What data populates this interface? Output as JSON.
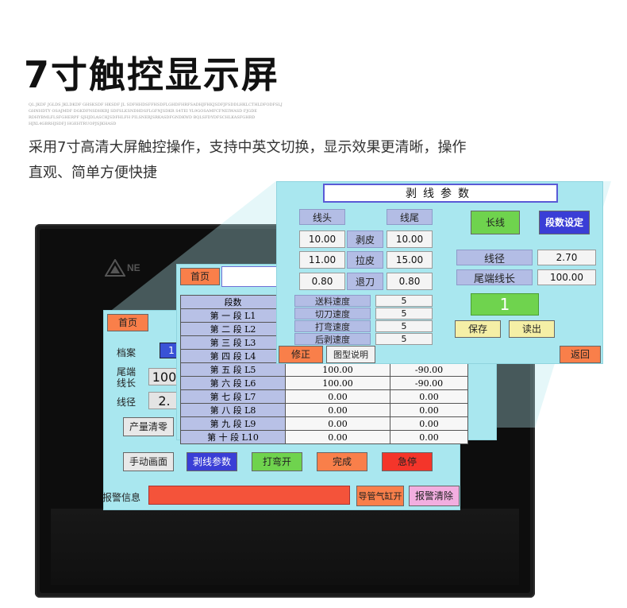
{
  "header": {
    "title": "7寸触控显示屏",
    "fine_print": "QL JKDF JGLDS JKLDKDF GHSKSDF HKSDF JL SDFHHDSFFHSDFLGHDFHRFSADHJFHKJSDFJFSDDLHKLCTHLDFODFSLJ GHNHDTY OSAJMDF DGKDFNSDHKRJ SDFSLKSNDHDSFLGFNJSDKR S4TEI YL9GOSAMFCFNEIWASD FJGDE RDHYBMLFLSFGHERPF SJHJDLASCHJSDFHLFH PILSNERJSRKASDFGNDKWD BQLSFDYDFSCHLKASFGHRD HJXL4GBRHJSDFJ HGEHTRUOPJSJKHASD",
    "description": "采用7寸高清大屏触控操作，支持中英文切换，显示效果更清晰，操作直观、简单方便快捷"
  },
  "monitor": {
    "brand_text": "NE"
  },
  "screen_main": {
    "home_btn": "首页",
    "archive_label": "档案",
    "archive_value": "1",
    "tail_label": "尾端线长",
    "tail_value": "100",
    "diameter_label": "线径",
    "diameter_value": "2.",
    "clear_output_btn": "产量清零",
    "manual_btn": "手动画面",
    "strip_params_btn": "剥线参数",
    "bend_btn": "打弯开",
    "complete_btn": "完成",
    "estop_btn": "急停",
    "alarm_label": "报警信息",
    "alarm_value": "",
    "guide_cyl_btn": "导管气缸开",
    "alarm_clear_btn": "报警清除",
    "colors": {
      "orange": "#f97f4a",
      "blue": "#3a3ed6",
      "green": "#6fd34e",
      "red": "#f4352a",
      "pink": "#f2aee0",
      "screen": "#a9e7ef"
    }
  },
  "screen_segments": {
    "home_btn": "首页",
    "col_header": "段数",
    "rows": [
      {
        "name": "第 一 段 L1",
        "v1": "",
        "v2": ""
      },
      {
        "name": "第 二 段 L2",
        "v1": "",
        "v2": ""
      },
      {
        "name": "第 三 段 L3",
        "v1": "",
        "v2": ""
      },
      {
        "name": "第 四 段 L4",
        "v1": "",
        "v2": ""
      },
      {
        "name": "第 五 段 L5",
        "v1": "100.00",
        "v2": "-90.00"
      },
      {
        "name": "第 六 段 L6",
        "v1": "100.00",
        "v2": "-90.00"
      },
      {
        "name": "第 七 段 L7",
        "v1": "0.00",
        "v2": "0.00"
      },
      {
        "name": "第 八 段 L8",
        "v1": "0.00",
        "v2": "0.00"
      },
      {
        "name": "第 九 段 L9",
        "v1": "0.00",
        "v2": "0.00"
      },
      {
        "name": "第 十 段 L10",
        "v1": "0.00",
        "v2": "0.00"
      }
    ],
    "edit_btn": "修正",
    "diagram_btn": "图型说明"
  },
  "screen_strip": {
    "title": "剥线参数",
    "head_label": "线头",
    "tail_label": "线尾",
    "rows": [
      {
        "left": "10.00",
        "label": "剥皮",
        "right": "10.00"
      },
      {
        "left": "11.00",
        "label": "拉皮",
        "right": "15.00"
      },
      {
        "left": "0.80",
        "label": "退刀",
        "right": "0.80"
      }
    ],
    "speeds": [
      {
        "label": "送料速度",
        "value": "5"
      },
      {
        "label": "切刀速度",
        "value": "5"
      },
      {
        "label": "打弯速度",
        "value": "5"
      },
      {
        "label": "后剥速度",
        "value": "5"
      }
    ],
    "long_btn": "长线",
    "segment_set_btn": "段数设定",
    "diameter_label": "线径",
    "diameter_value": "2.70",
    "tail_len_label": "尾端线长",
    "tail_len_value": "100.00",
    "counter": "1",
    "save_btn": "保存",
    "read_btn": "读出",
    "back_btn": "返回"
  }
}
